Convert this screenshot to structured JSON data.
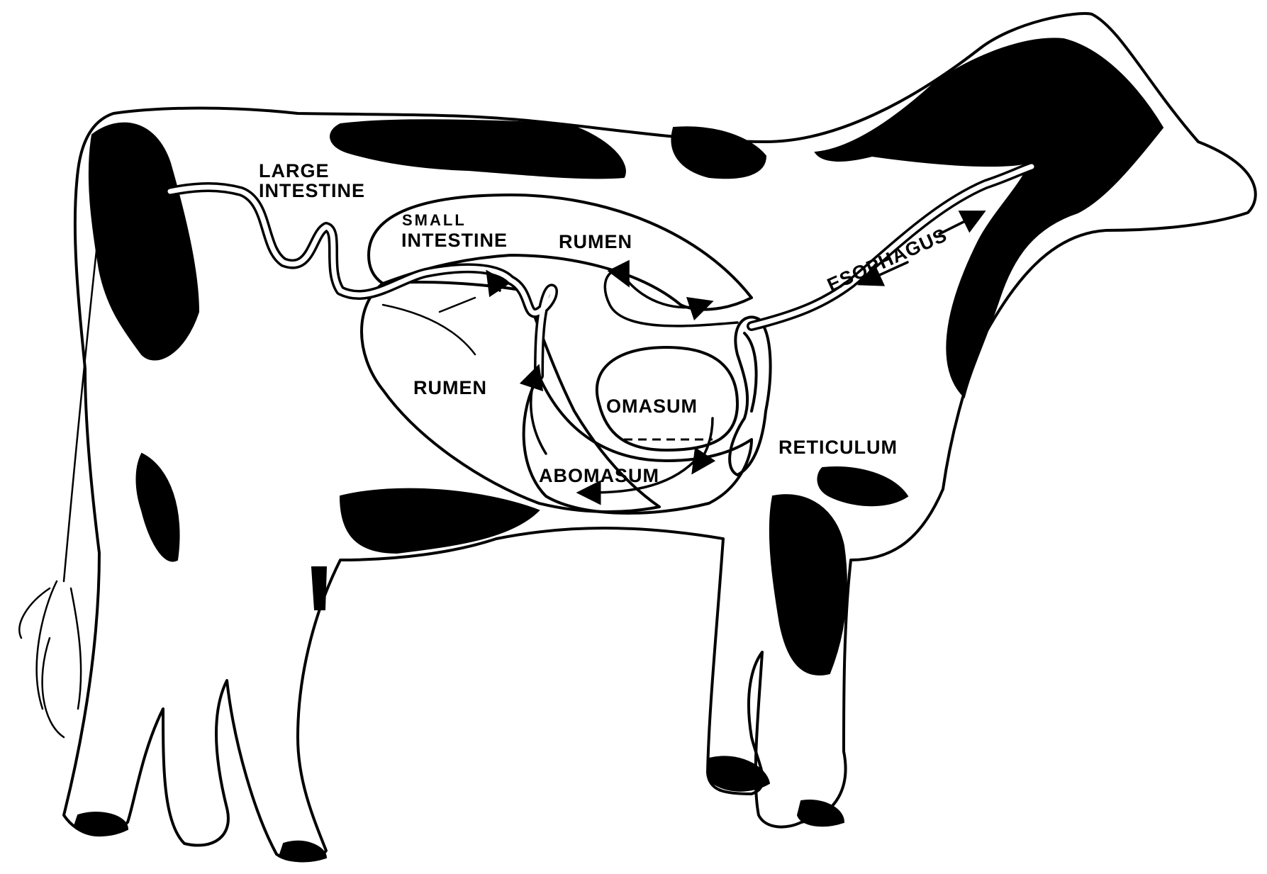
{
  "diagram": {
    "labels": {
      "large_intestine_line1": "LARGE",
      "large_intestine_line2": "INTESTINE",
      "small_intestine_line1": "SMALL",
      "small_intestine_line2": "INTESTINE",
      "rumen_upper": "RUMEN",
      "rumen_lower": "RUMEN",
      "omasum": "OMASUM",
      "abomasum": "ABOMASUM",
      "reticulum": "RETICULUM",
      "esophagus": "ESOPHAGUS"
    },
    "colors": {
      "ink": "#000000",
      "paper": "#ffffff"
    }
  }
}
